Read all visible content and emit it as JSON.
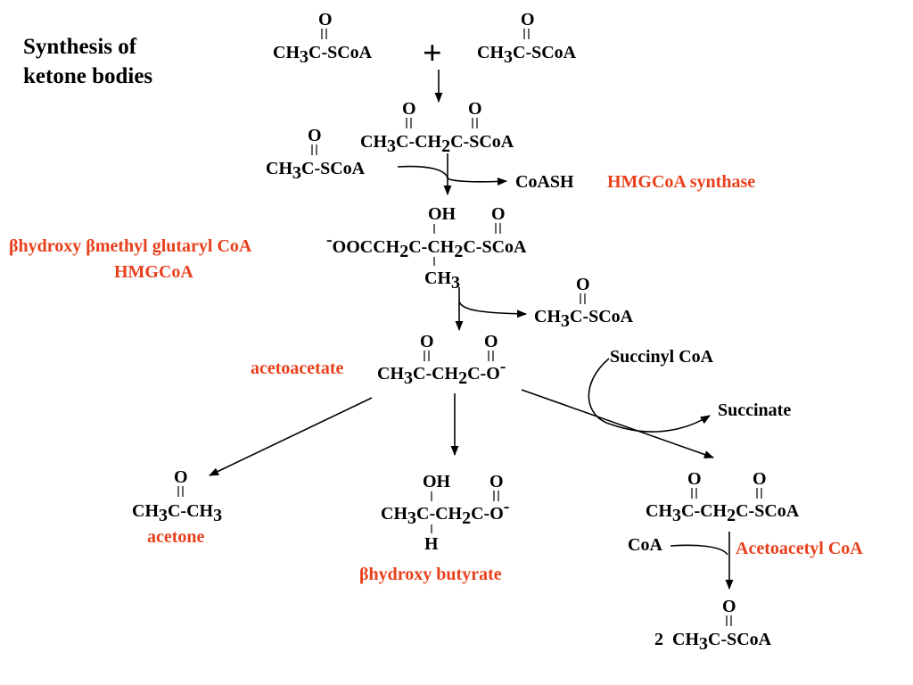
{
  "title": {
    "line1": "Synthesis of",
    "line2": "ketone bodies"
  },
  "plus_sign": "+",
  "common": {
    "oxygen": "O",
    "hydroxyl": "OH",
    "hydrogen": "H",
    "methyl": "CH",
    "methyl_sub": "3",
    "methylene_sub": "2",
    "dash_c": "C-",
    "dash_ch": "C-CH",
    "c_scoa": "C-SCoA",
    "c_o": "C-O",
    "minus": "-",
    "c_ch": "C-CH"
  },
  "reactants": {
    "acetyl_coa": "CH3C-SCoA"
  },
  "step1": {
    "product": "CH3C-CH2C-SCoA",
    "added": "CH3C-SCoA",
    "released": "CoASH",
    "enzyme": "HMGCoA synthase"
  },
  "hmgcoa": {
    "prefix_minus": "-",
    "occ": "OOCCH",
    "label_line1": "βhydroxy βmethyl glutaryl CoA",
    "label_line2": "HMGCoA"
  },
  "step2": {
    "released": "CH3C-SCoA"
  },
  "acetoacetate": {
    "label": "acetoacetate"
  },
  "succinyl": {
    "in": "Succinyl CoA",
    "out": "Succinate"
  },
  "acetone": {
    "label": "acetone"
  },
  "hydroxybutyrate": {
    "label": "βhydroxy butyrate"
  },
  "acetoacetyl": {
    "label": "Acetoacetyl CoA",
    "coa": "CoA",
    "product_prefix": "2"
  },
  "colors": {
    "label": "#e8401c",
    "ink": "#000000"
  }
}
